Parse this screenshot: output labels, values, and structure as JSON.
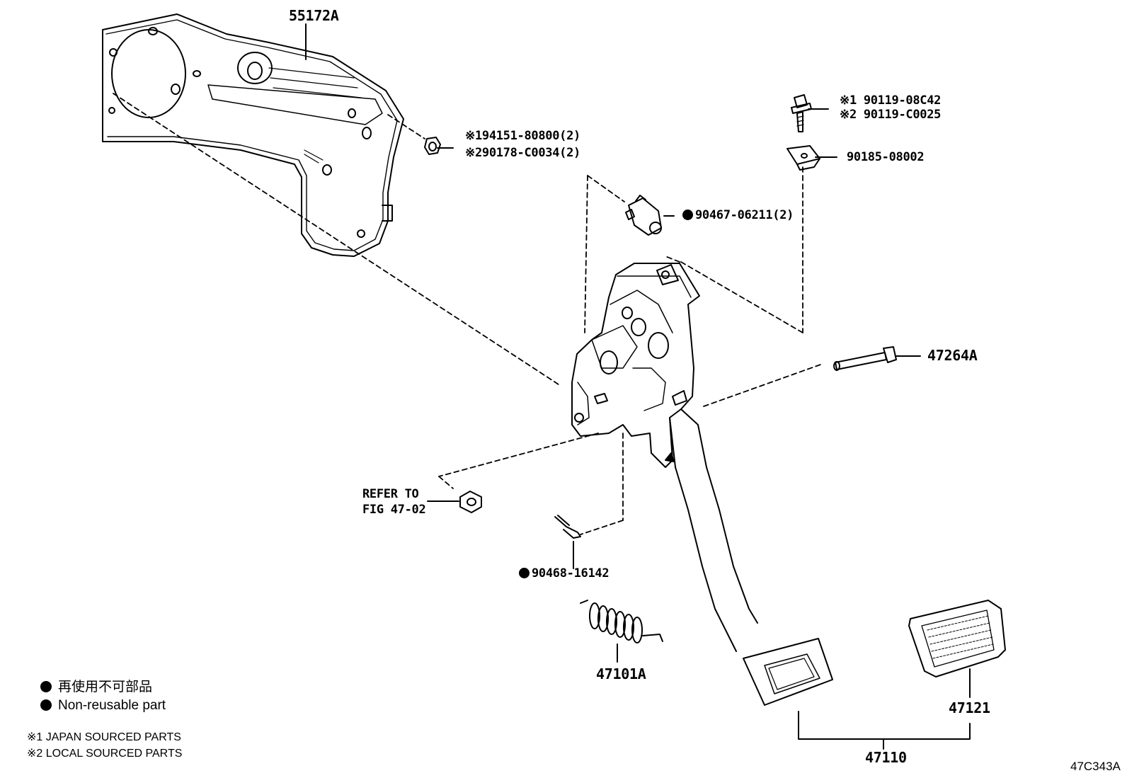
{
  "callouts": {
    "bracket": "55172A",
    "nut_lines": [
      "※194151-80800(2)",
      "※290178-C0034(2)"
    ],
    "bolt_lines": [
      "※1  90119-08C42",
      "※2  90119-C0025"
    ],
    "clip_nut": "90185-08002",
    "switch": "90467-06211(2)",
    "pin": "47264A",
    "refer_lines": [
      "REFER TO",
      "FIG 47-02"
    ],
    "cotter_pin": "90468-16142",
    "spring": "47101A",
    "pad": "47121",
    "pedal_assy": "47110"
  },
  "legend": {
    "jp": "再使用不可部品",
    "en": "Non-reusable part"
  },
  "notes": {
    "japan": "※1 JAPAN SOURCED PARTS",
    "local": "※2 LOCAL SOURCED PARTS"
  },
  "figure_code": "47C343A"
}
